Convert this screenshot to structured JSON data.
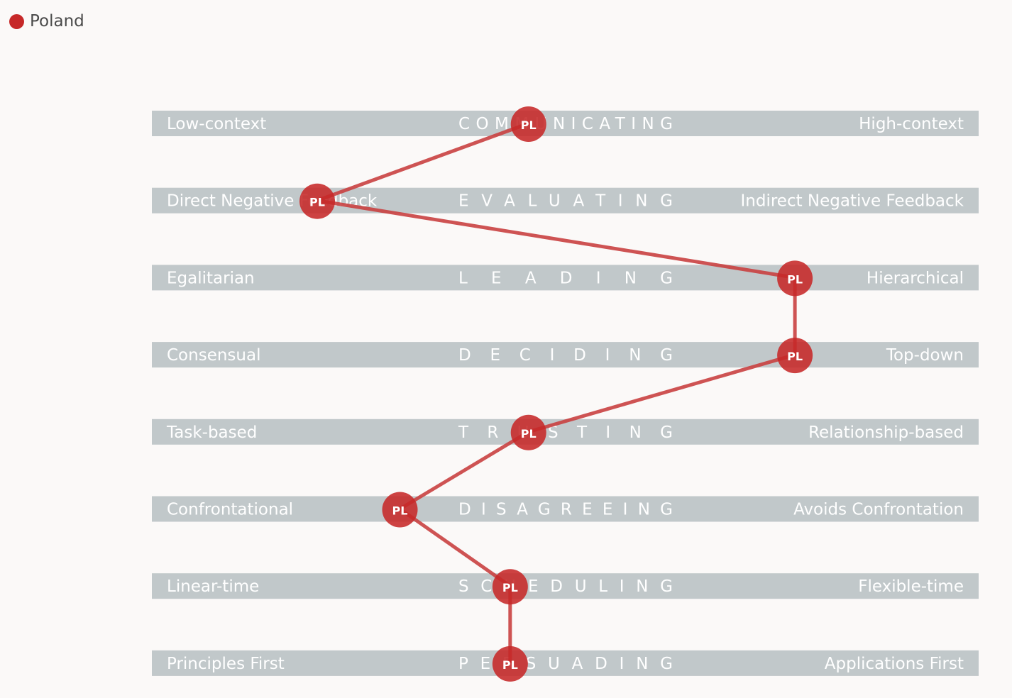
{
  "legend": {
    "label": "Poland",
    "color": "#c62828"
  },
  "chart_data": {
    "type": "line",
    "x_domain": [
      1,
      10
    ],
    "point_label": "PL",
    "scales": [
      {
        "left": "Low-context",
        "mid": "COMMUNICATING",
        "right": "High-context"
      },
      {
        "left": "Direct Negative Feedback",
        "mid": "EVALUATING",
        "right": "Indirect Negative Feedback"
      },
      {
        "left": "Egalitarian",
        "mid": "LEADING",
        "right": "Hierarchical"
      },
      {
        "left": "Consensual",
        "mid": "DECIDING",
        "right": "Top-down"
      },
      {
        "left": "Task-based",
        "mid": "TRUSTING",
        "right": "Relationship-based"
      },
      {
        "left": "Confrontational",
        "mid": "DISAGREEING",
        "right": "Avoids Confrontation"
      },
      {
        "left": "Linear-time",
        "mid": "SCHEDULING",
        "right": "Flexible-time"
      },
      {
        "left": "Principles First",
        "mid": "PERSUADING",
        "right": "Applications First"
      }
    ],
    "series": [
      {
        "name": "Poland",
        "color": "#c62828",
        "values": [
          5.1,
          2.8,
          8.0,
          8.0,
          5.1,
          3.7,
          4.9,
          4.9
        ]
      }
    ]
  },
  "colors": {
    "band": "#c1c8ca",
    "background": "#fbf9f8",
    "marker": "#c62828",
    "line": "#c94040"
  }
}
